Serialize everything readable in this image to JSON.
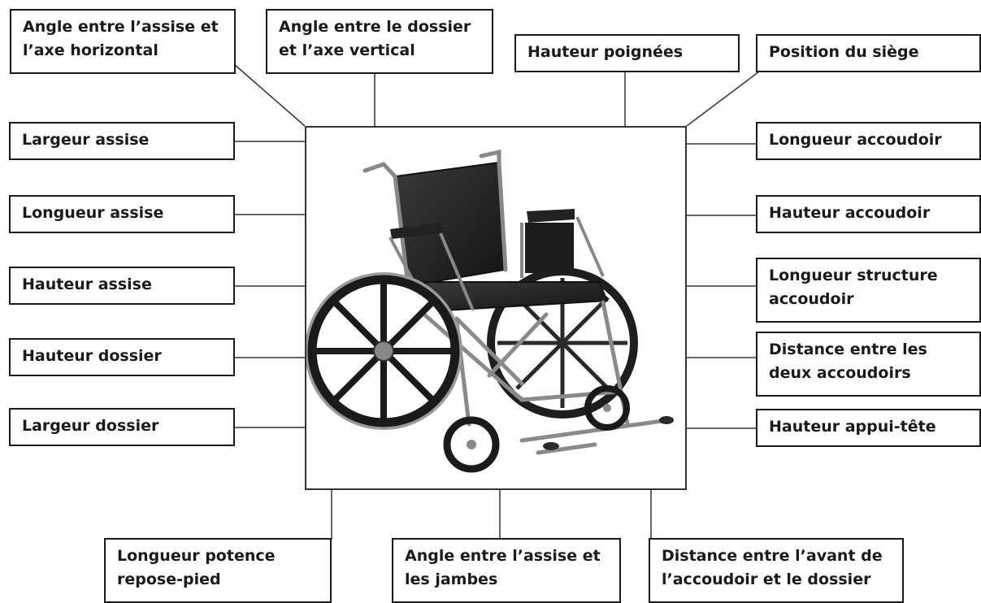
{
  "labels": {
    "angle_seat_horizontal": "Angle entre l’assise et\nl’axe horizontal",
    "angle_back_vertical": "Angle entre le dossier\net l’axe vertical",
    "handle_height": "Hauteur poignées",
    "seat_position": "Position du siège",
    "seat_width": "Largeur assise",
    "armrest_length": "Longueur accoudoir",
    "seat_length": "Longueur assise",
    "armrest_height": "Hauteur accoudoir",
    "seat_height": "Hauteur assise",
    "armrest_structure_length": "Longueur structure\naccoudoir",
    "back_height": "Hauteur dossier",
    "armrest_distance": "Distance entre les\ndeux accoudoirs",
    "back_width": "Largeur dossier",
    "headrest_height": "Hauteur appui-tête",
    "footrest_length": "Longueur potence\nrepose-pied",
    "angle_seat_legs": "Angle entre l’assise et\nles jambes",
    "armrest_front_back_distance": "Distance entre l’avant de\nl’accoudoir et le dossier"
  },
  "colors": {
    "border": "#1a1a1a",
    "line": "#333333",
    "chrome": "#8a8a8a",
    "upholstery": "#2a2a2a"
  }
}
